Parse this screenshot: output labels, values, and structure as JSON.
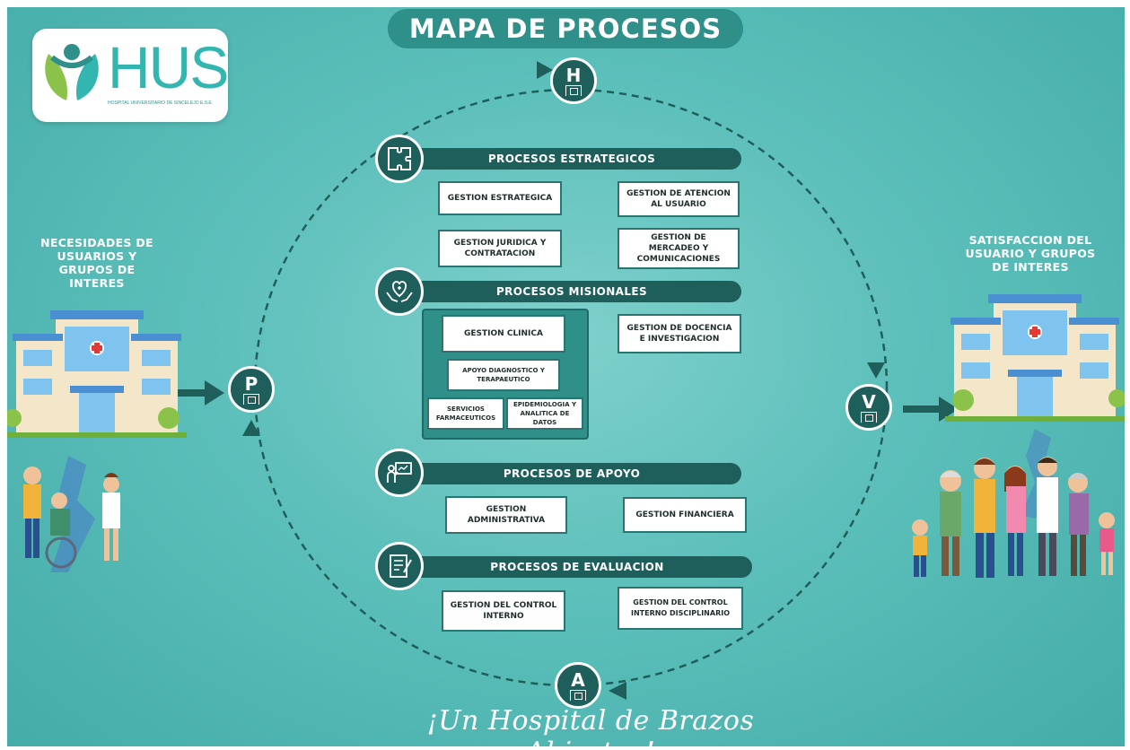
{
  "title": "MAPA DE PROCESOS",
  "logo": {
    "text": "HUS",
    "subtitle": "HOSPITAL UNIVERSITARIO DE SINCELEJO E.S.E.",
    "brand_color": "#33b5b0"
  },
  "left_text": [
    "NECESIDADES DE",
    "USUARIOS Y",
    "GRUPOS DE",
    "INTERES"
  ],
  "right_text": [
    "SATISFACCION DEL",
    "USUARIO Y GRUPOS",
    "DE INTERES"
  ],
  "cycle_nodes": {
    "top": "H",
    "left": "P",
    "right": "V",
    "bottom": "A"
  },
  "sections": {
    "estrategicos": {
      "label": "PROCESOS ESTRATEGICOS",
      "icon": "puzzle-icon",
      "items": [
        "GESTION ESTRATEGICA",
        "GESTION DE ATENCION AL USUARIO",
        "GESTION JURIDICA Y CONTRATACION",
        "GESTION DE MERCADEO Y COMUNICACIONES"
      ]
    },
    "misionales": {
      "label": "PROCESOS MISIONALES",
      "icon": "heart-hands-icon",
      "items": [
        "GESTION CLINICA",
        "APOYO DIAGNOSTICO Y TERAPAEUTICO",
        "SERVICIOS FARMACEUTICOS",
        "EPIDEMIOLOGIA Y ANALITICA DE DATOS",
        "GESTION DE DOCENCIA E INVESTIGACION"
      ]
    },
    "apoyo": {
      "label": "PROCESOS DE APOYO",
      "icon": "presentation-icon",
      "items": [
        "GESTION ADMINISTRATIVA",
        "GESTION FINANCIERA"
      ]
    },
    "evaluacion": {
      "label": "PROCESOS DE EVALUACION",
      "icon": "checklist-icon",
      "items": [
        "GESTION DEL CONTROL INTERNO",
        "GESTION DEL CONTROL INTERNO DISCIPLINARIO"
      ]
    }
  },
  "slogan": "¡Un Hospital de Brazos Abiertos!",
  "colors": {
    "background": "#5cbfba",
    "dark_teal": "#1f5f5b",
    "panel": "#2f8f89"
  }
}
